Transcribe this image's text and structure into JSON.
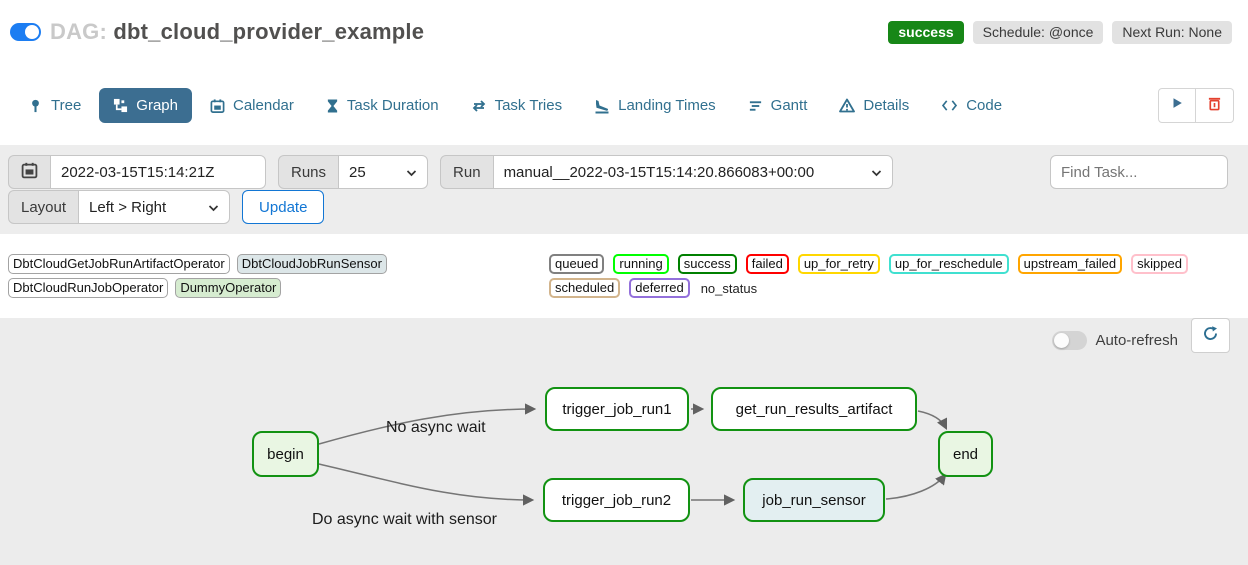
{
  "header": {
    "dag_prefix": "DAG:",
    "dag_id": "dbt_cloud_provider_example",
    "status": "success",
    "schedule": "Schedule: @once",
    "next_run": "Next Run: None"
  },
  "tabs": [
    {
      "label": "Tree"
    },
    {
      "label": "Graph"
    },
    {
      "label": "Calendar"
    },
    {
      "label": "Task Duration"
    },
    {
      "label": "Task Tries"
    },
    {
      "label": "Landing Times"
    },
    {
      "label": "Gantt"
    },
    {
      "label": "Details"
    },
    {
      "label": "Code"
    }
  ],
  "filters": {
    "base_date": "2022-03-15T15:14:21Z",
    "runs_label": "Runs",
    "runs_selected": "25",
    "run_label": "Run",
    "run_selected": "manual__2022-03-15T15:14:20.866083+00:00",
    "find_task_placeholder": "Find Task...",
    "layout_label": "Layout",
    "layout_selected": "Left > Right",
    "update_label": "Update"
  },
  "legend": {
    "operators": [
      {
        "label": "DbtCloudGetJobRunArtifactOperator",
        "bg": "#ffffff"
      },
      {
        "label": "DbtCloudJobRunSensor",
        "bg": "#dce6e8"
      },
      {
        "label": "DbtCloudRunJobOperator",
        "bg": "#ffffff"
      },
      {
        "label": "DummyOperator",
        "bg": "#d6ecd0"
      }
    ],
    "statuses": [
      {
        "label": "queued",
        "border": "#808080"
      },
      {
        "label": "running",
        "border": "#00ff00"
      },
      {
        "label": "success",
        "border": "#008000"
      },
      {
        "label": "failed",
        "border": "#ff0000"
      },
      {
        "label": "up_for_retry",
        "border": "#ffd700"
      },
      {
        "label": "up_for_reschedule",
        "border": "#40e0d0"
      },
      {
        "label": "upstream_failed",
        "border": "#ffa500"
      },
      {
        "label": "skipped",
        "border": "#ffc0cb"
      },
      {
        "label": "scheduled",
        "border": "#d2b48c"
      },
      {
        "label": "deferred",
        "border": "#9370db"
      }
    ],
    "no_status_label": "no_status"
  },
  "graph": {
    "auto_refresh_label": "Auto-refresh",
    "edge_labels": {
      "top": "No async wait",
      "bottom": "Do async wait with sensor"
    },
    "nodes": [
      {
        "id": "begin",
        "label": "begin",
        "fill": "#e9f6e3",
        "border": "#129212"
      },
      {
        "id": "trigger_job_run1",
        "label": "trigger_job_run1",
        "fill": "#ffffff",
        "border": "#129212"
      },
      {
        "id": "get_run_results_artifact",
        "label": "get_run_results_artifact",
        "fill": "#ffffff",
        "border": "#129212"
      },
      {
        "id": "end",
        "label": "end",
        "fill": "#e9f6e3",
        "border": "#129212"
      },
      {
        "id": "trigger_job_run2",
        "label": "trigger_job_run2",
        "fill": "#ffffff",
        "border": "#129212"
      },
      {
        "id": "job_run_sensor",
        "label": "job_run_sensor",
        "fill": "#e3eff1",
        "border": "#129212"
      }
    ]
  },
  "colors": {
    "accent_blue": "#1c7df2",
    "tab_active_bg": "#3c6e91",
    "tab_link": "#31708f",
    "success_green": "#178717",
    "update_blue": "#1276d4",
    "trash_red": "#e4402e",
    "node_success_border": "#129212",
    "panel_gray": "#ededed"
  }
}
